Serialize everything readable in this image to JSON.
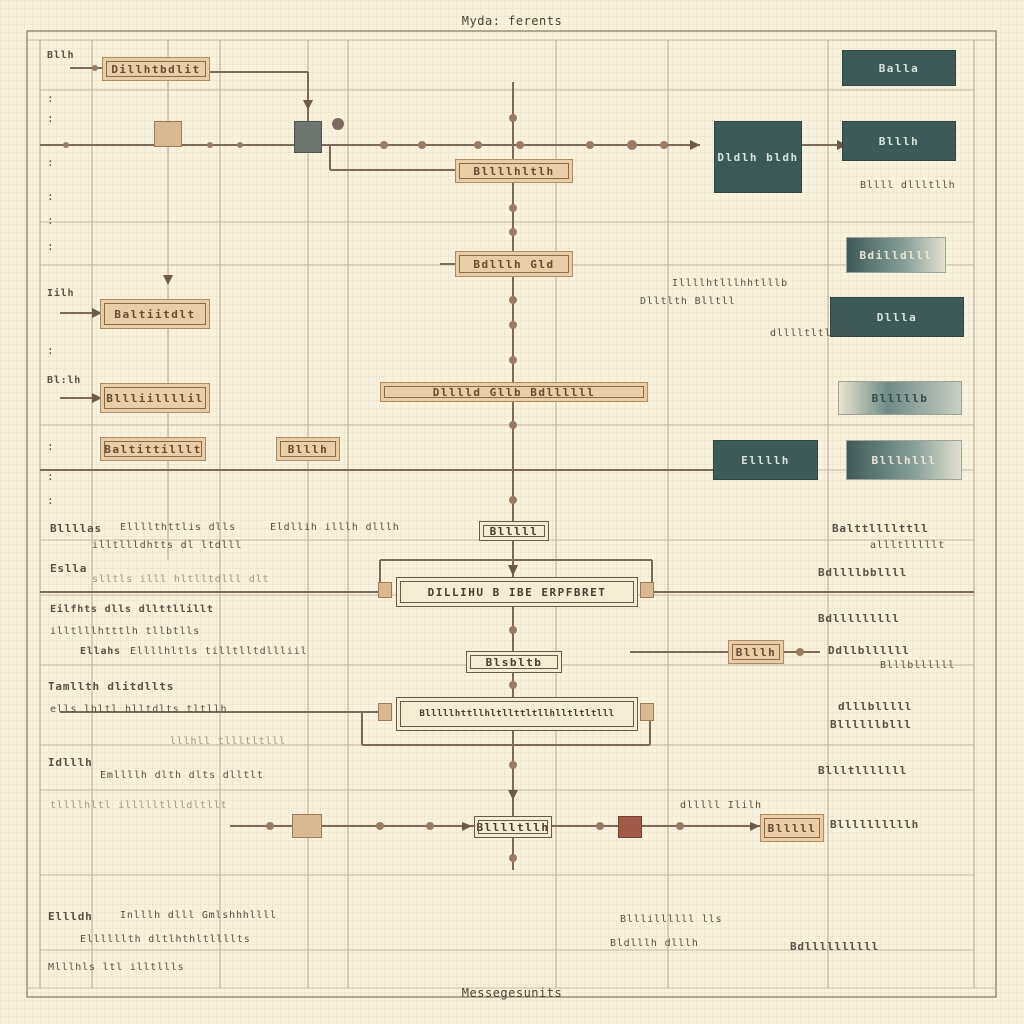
{
  "title": "Myda: ferents",
  "footer": "Messegesunits",
  "colors": {
    "background": "#f8f1dc",
    "line": "#8a7b68",
    "tan_fill": "#e8cda5",
    "teal_fill": "#3d5a58",
    "red_accent": "#a25a48"
  },
  "left_column": {
    "row_labels": [
      "Bllh",
      "Iilh",
      "Bl:lh"
    ],
    "boxes": [
      "Dillhtbdlit",
      "Baltiitdlt",
      "Bllliillllil",
      "Baltittilllt"
    ],
    "blocks": [
      {
        "label": "Bllllas",
        "lines": [
          "Ellllthttlis dlls",
          "illtllldhtts dl ltdlll",
          "slltls illl hltlltdlll dlt"
        ]
      },
      {
        "label": "Eslla",
        "lines": [
          "Eilfhts dlls dllttllillt",
          "illtlllhtttlh tllbtlls"
        ]
      },
      {
        "label": "Ellahs",
        "lines": [
          "Ellllhltls tilltlltdllliil",
          "lllhll tllltltlll"
        ]
      },
      {
        "label": "Tamllth dlitdllts",
        "lines": [
          "ells lhltl hlltdlts tltllh"
        ]
      },
      {
        "label": "Idlllh",
        "lines": [
          "Emllllh dlth dlts dlltlt",
          "tllllhltl illllltllldltllt"
        ]
      },
      {
        "label": "Ellldh",
        "lines": [
          "Inlllh dlll Gmlshhhllll",
          "Ellllllth dltlhthltllllts",
          "Mlllhls ltl illtllls"
        ]
      }
    ]
  },
  "middle_column": {
    "boxes": [
      "Bllllhltlh",
      "Bdlllh Gld",
      "Dlllld Gllb Bdllllll",
      "Blllll",
      "DILLIHU B IBE ERPFBRET",
      "Blsbltb",
      "Blllllhttllhltllttltllhlltltltlll",
      "Blllltllh"
    ],
    "caption_bars": [
      "dlllll Ililh",
      "Eldllih illlh dlllh"
    ]
  },
  "right_column": {
    "teal_boxes": [
      "Balla",
      "Dldlh bldh",
      "Blllh",
      "Bdilldlll",
      "Dllla",
      "Blllllb",
      "Ellllh",
      "Blllhlll"
    ],
    "captions": [
      "Bllll dllltllh",
      "Illllhtlllhhtlllb",
      "Dlltlth Blltll",
      "dlllltltlldh",
      "Blllillllll lls",
      "Bldlllh dlllh"
    ],
    "value_rows": [
      "Balttllllttll",
      "allltlllllt",
      "Bdllllbbllll",
      "Bdlllllllll",
      "Ddllbllllll",
      "Blllbllllll",
      "dlllblllll",
      "Bllllllblll",
      "Bllltlllllll",
      "Bllllllllllh",
      "Bdllllllllll"
    ],
    "small_box": "Blllh",
    "bottom_box": "Blllll"
  }
}
